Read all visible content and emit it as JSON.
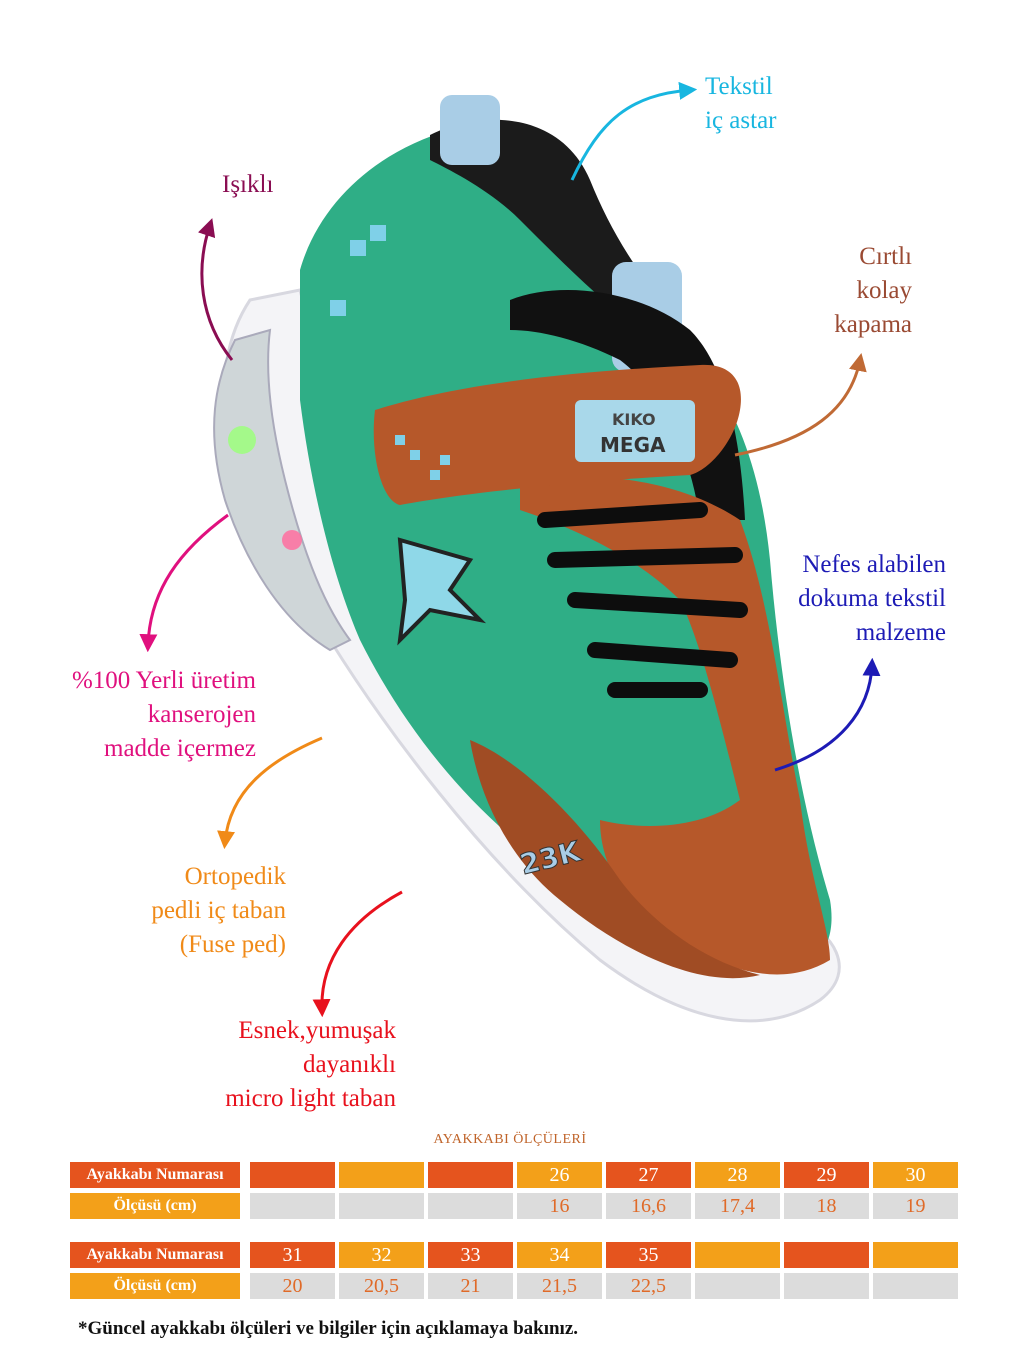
{
  "features": {
    "textile_lining": {
      "lines": [
        "Tekstil",
        "iç astar"
      ],
      "color": "#18b6e0"
    },
    "lighted": {
      "lines": [
        "Işıklı"
      ],
      "color": "#8a0d52"
    },
    "velcro": {
      "lines": [
        "Cırtlı",
        "kolay",
        "kapama"
      ],
      "color": "#9a4a33"
    },
    "breathable": {
      "lines": [
        "Nefes alabilen",
        "dokuma tekstil",
        "malzeme"
      ],
      "color": "#1d1bb5"
    },
    "local": {
      "lines": [
        "%100 Yerli üretim",
        "kanserojen",
        "madde içermez"
      ],
      "color": "#e0107e"
    },
    "orthopedic": {
      "lines": [
        "Ortopedik",
        "pedli iç taban",
        "(Fuse ped)"
      ],
      "color": "#f08a18"
    },
    "sole": {
      "lines": [
        "Esnek,yumuşak",
        "dayanıklı",
        "micro light taban"
      ],
      "color": "#e8111d"
    }
  },
  "shoe": {
    "strap_brand": "KIKO",
    "strap_sub": "MEGA",
    "heel_print": "23K"
  },
  "size_table": {
    "title": "AYAKKABI ÖLÇÜLERİ",
    "row_labels": {
      "number": "Ayakkabı Numarası",
      "measure": "Ölçüsü (cm)"
    },
    "block1": {
      "numbers": [
        "",
        "",
        "",
        "26",
        "27",
        "28",
        "29",
        "30"
      ],
      "measures": [
        "",
        "",
        "",
        "16",
        "16,6",
        "17,4",
        "18",
        "19"
      ]
    },
    "block2": {
      "numbers": [
        "31",
        "32",
        "33",
        "34",
        "35",
        "",
        "",
        ""
      ],
      "measures": [
        "20",
        "20,5",
        "21",
        "21,5",
        "22,5",
        "",
        "",
        ""
      ]
    },
    "colors": {
      "dark_orange": "#e5541e",
      "light_orange": "#f3a019",
      "gray": "#dcdcdc",
      "text_orange": "#e06a28"
    }
  },
  "footnote": "*Güncel ayakkabı ölçüleri ve bilgiler için açıklamaya bakınız."
}
